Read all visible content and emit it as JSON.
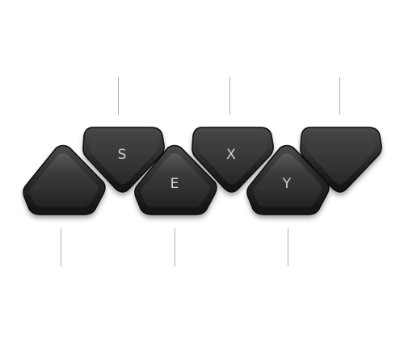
{
  "keys": [
    {
      "id": "key-1",
      "label": ""
    },
    {
      "id": "key-2",
      "label": "S"
    },
    {
      "id": "key-3",
      "label": "E"
    },
    {
      "id": "key-4",
      "label": "X"
    },
    {
      "id": "key-5",
      "label": "Y"
    },
    {
      "id": "key-6",
      "label": ""
    }
  ],
  "colors": {
    "background": "#ffffff",
    "key_body": "#2a2a2a",
    "key_face": "#3a3a3a",
    "key_edge": "#151515",
    "label": "#d2d2d2",
    "leader_line": "#b3b3b3"
  }
}
